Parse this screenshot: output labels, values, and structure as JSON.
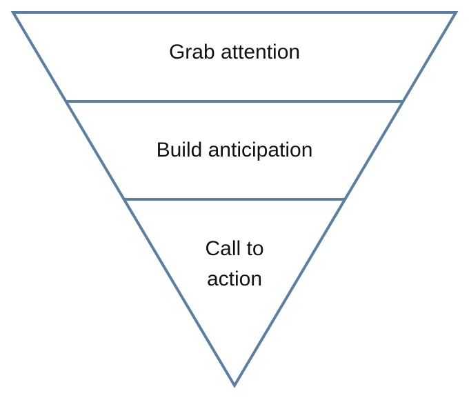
{
  "diagram": {
    "type": "inverted-funnel",
    "colors": {
      "outline": "#5b7fa3",
      "text": "#111111",
      "background": "#ffffff"
    },
    "stages": [
      {
        "label": "Grab attention"
      },
      {
        "label": "Build anticipation"
      },
      {
        "label": "Call to\naction"
      }
    ]
  }
}
